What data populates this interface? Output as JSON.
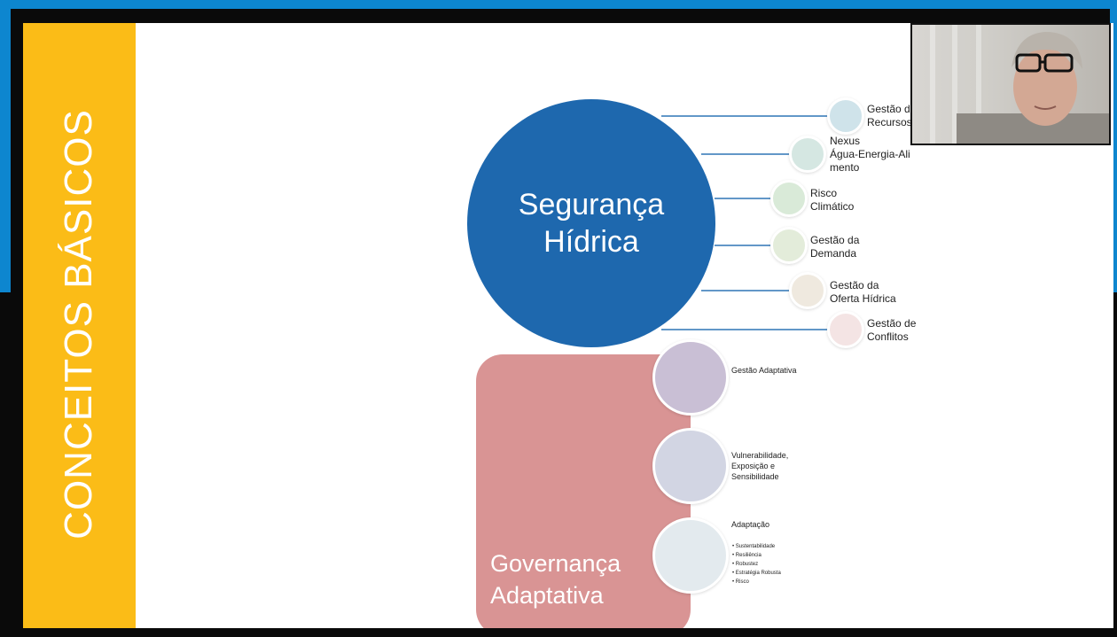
{
  "slide": {
    "side_title": "CONCEITOS BÁSICOS",
    "center_title": "Segurança Hídrica",
    "gov_title": "Governança Adaptativa"
  },
  "seg_items": [
    {
      "label": "Gestão de\nRecursos",
      "color": "#cfe3ea"
    },
    {
      "label": "Nexus\nÁgua-Energia-Ali\nmento",
      "color": "#d5e7e2"
    },
    {
      "label": "Risco\nClimático",
      "color": "#d9ead8"
    },
    {
      "label": "Gestão da\nDemanda",
      "color": "#e3ecda"
    },
    {
      "label": "Gestão da\nOferta Hídrica",
      "color": "#efe9df"
    },
    {
      "label": "Gestão de\nConflitos",
      "color": "#f4e4e4"
    }
  ],
  "gov_items": [
    {
      "label": "Gestão Adaptativa",
      "color": "#c9bfd5"
    },
    {
      "label": "Vulnerabilidade,\nExposição e\nSensibilidade",
      "color": "#d2d5e3"
    },
    {
      "label": "Adaptação",
      "color": "#e3eaee"
    }
  ],
  "adaptacao_bullets": [
    "Sustentabilidade",
    "Resiliência",
    "Robustez",
    "Estratégia Robusta",
    "Risco"
  ],
  "colors": {
    "band": "#fbbc17",
    "circle": "#1e68ae",
    "gov": "#d99494",
    "frame": "#0d86cf",
    "connector": "#2f75b5"
  }
}
